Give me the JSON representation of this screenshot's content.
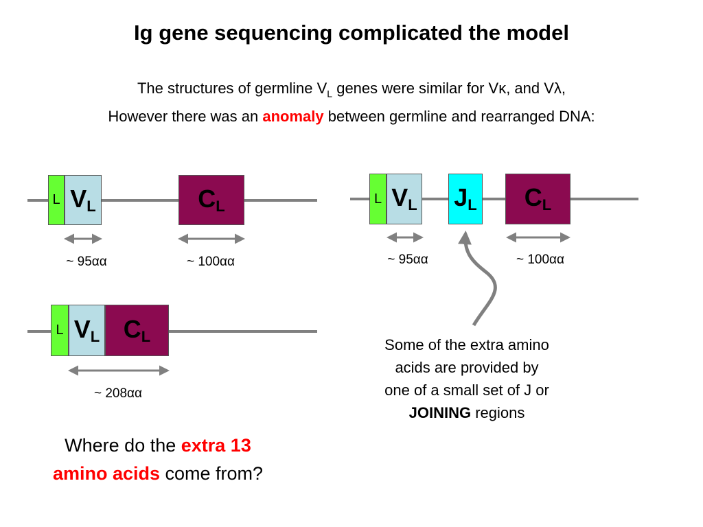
{
  "title": "Ig gene sequencing complicated the model",
  "subtitle": {
    "line1_a": "The structures of germline V",
    "line1_sub": "L",
    "line1_b": " genes were similar for V",
    "line1_kappa": "κ",
    "line1_c": ", and V",
    "line1_lambda": "λ",
    "line1_d": ",",
    "line2_a": "However there was an ",
    "line2_red": "anomaly",
    "line2_b": " between germline and rearranged DNA:"
  },
  "segments": {
    "leader": "L",
    "v": "V",
    "v_sub": "L",
    "c": "C",
    "c_sub": "L",
    "j": "J",
    "j_sub": "L"
  },
  "measurements": {
    "germline_v": "~ 95αα",
    "germline_c": "~ 100αα",
    "rearranged_v": "~ 95αα",
    "rearranged_c": "~ 100αα",
    "combined": "~ 208αα"
  },
  "note": {
    "line1": "Some of the extra amino",
    "line2": "acids are provided by",
    "line3": "one of a small set of J or",
    "line4_bold": "JOINING",
    "line4_rest": " regions"
  },
  "question": {
    "a": "Where do the ",
    "red1": "extra 13",
    "red2": "amino acids",
    "b": " come from?"
  },
  "colors": {
    "leader": "#66ff33",
    "v_segment": "#b8dde5",
    "c_segment": "#8b0a50",
    "j_segment": "#00ffff",
    "wire": "#808080",
    "highlight": "#ff0000"
  }
}
